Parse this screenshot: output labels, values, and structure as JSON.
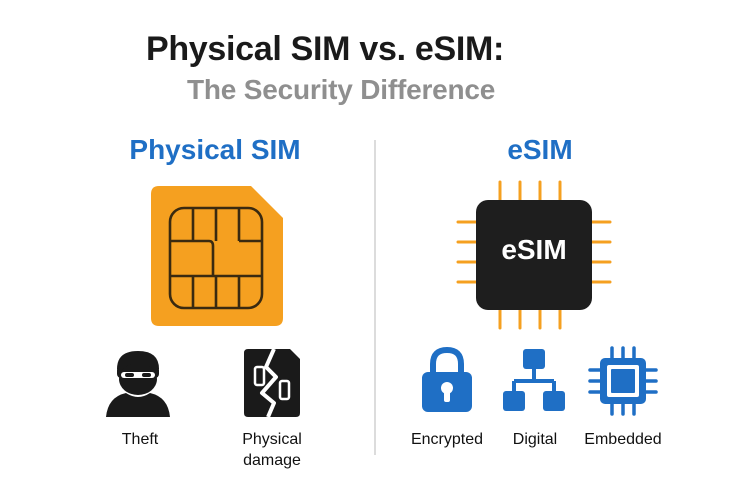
{
  "header": {
    "title": "Physical SIM vs. eSIM:",
    "subtitle": "The Security Difference"
  },
  "physical_sim": {
    "heading": "Physical SIM",
    "card_icon": "sim-card-icon",
    "risks": [
      {
        "label": "Theft",
        "icon": "thief-icon"
      },
      {
        "label": "Physical damage",
        "label_line1": "Physical",
        "label_line2": "damage",
        "icon": "broken-card-icon"
      }
    ]
  },
  "esim": {
    "heading": "eSIM",
    "chip_label": "eSIM",
    "features": [
      {
        "label": "Encrypted",
        "icon": "padlock-icon"
      },
      {
        "label": "Digital",
        "icon": "network-icon"
      },
      {
        "label": "Embedded",
        "icon": "chip-icon"
      }
    ]
  },
  "colors": {
    "heading_blue": "#1f6fc5",
    "sim_orange": "#f5a020",
    "chip_black": "#1e1e1e",
    "subtitle_gray": "#8f8f8f",
    "icon_blue": "#1f6fc5"
  }
}
